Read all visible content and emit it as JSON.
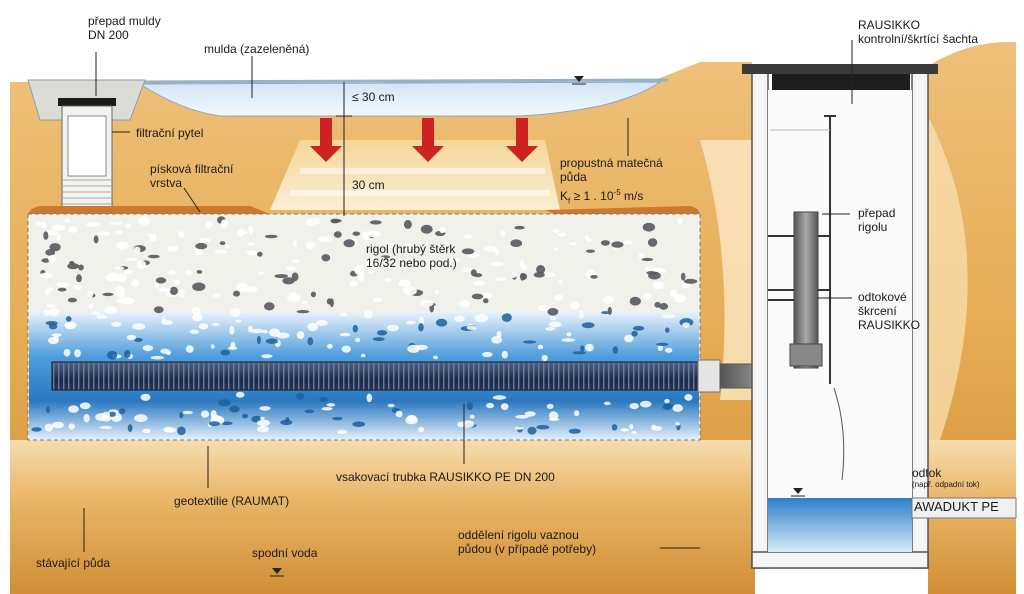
{
  "labels": {
    "prepad_muldy": "přepad muldy\nDN 200",
    "mulda": "mulda (zazeleněná)",
    "depth_30_top": "≤ 30 cm",
    "depth_30": "30 cm",
    "filtracni_pytel": "filtrační pytel",
    "piskova_vrstva": "písková filtrační\nvrstva",
    "propustna_puda": "propustná matečná\npůda",
    "kf_main": "K",
    "kf_sub": "f",
    "kf_rest": " ≥ 1 . 10",
    "kf_exp": "-5",
    "kf_unit": " m/s",
    "rigol": "rigol (hrubý štěrk\n16/32 nebo pod.)",
    "rausikko_sachta": "RAUSIKKO\nkontrolní/škrtící šachta",
    "prepad_rigolu": "přepad\nrigolu",
    "odtokove_skrceni": "odtokové\nškrcení\nRAUSIKKO",
    "vsakovaci_trubka": "vsakovací trubka RAUSIKKO PE DN 200",
    "geotextilie": "geotextilie (RAUMAT)",
    "odtok": "odtok",
    "odtok_note": "(např. odpadní tok)",
    "awadukt": "AWADUKT PE",
    "oddeleni": "oddělení rigolu vaznou\npůdou (v případě potřeby)",
    "stavajici_puda": "stávající půda",
    "spodni_voda": "spodní voda"
  },
  "colors": {
    "soil": "#e2a84e",
    "soil_dark": "#c98a2e",
    "gravel": "#efefe8",
    "gravel_blue": "#2f86c8",
    "pipe": "#1d2c4a",
    "arrow": "#cc2222",
    "water": "#3a8bd0"
  }
}
